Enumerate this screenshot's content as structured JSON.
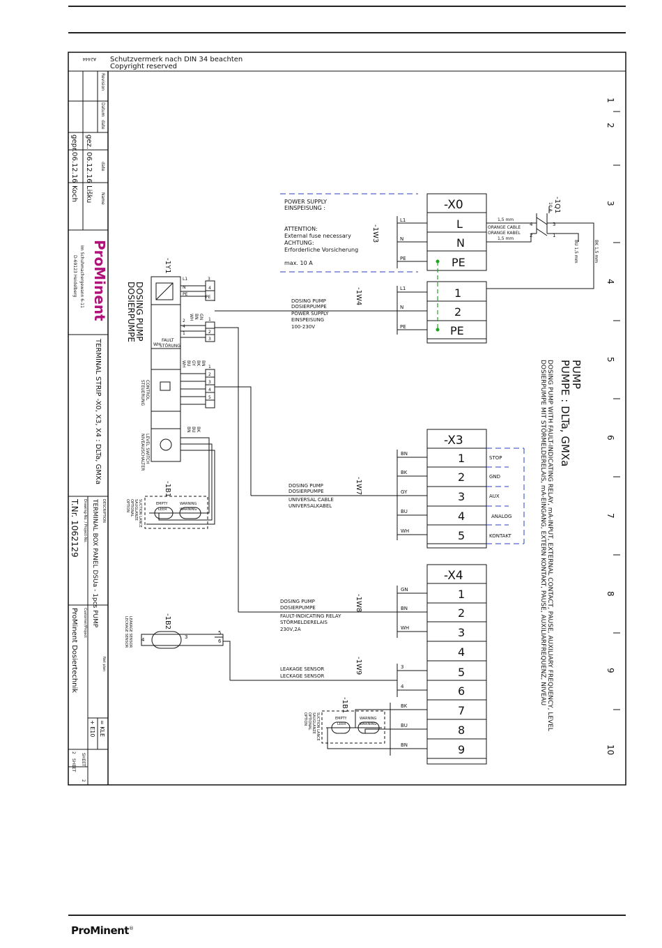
{
  "header": {
    "drawing_code": "A2444",
    "copyright_de": "Schutzvermerk nach DIN 34 beachten",
    "copyright_en": "Copyright reserved"
  },
  "revision": {
    "col_revision": "Revision",
    "col_date1": "Datum",
    "col_date2": "date",
    "col_name": "Name",
    "gez": "gez.",
    "gepr": "gepr.",
    "gez_date": "06.12.16",
    "gepr_date": "06.12.16",
    "gez_name": "Lišku",
    "gepr_name": "Koch"
  },
  "company": {
    "logo": "ProMinent",
    "street": "Im Schuhmachergewann 6-11",
    "city": "D-69123 Heidelberg"
  },
  "title_block": {
    "title": "TERMINAL STRIP -X0, X3, X4 : DLTa, GMXa",
    "description_label": "DESCRIPTION",
    "description": "TERMINAL BOX PANEL DSUa - 1pcs PUMP",
    "drawing_no_label": "Drawing-No. / Project-No.",
    "drawing_no": "T.Nr. 1062129",
    "customer_label": "Customer/Project",
    "customer": "ProMinent Dosiertechnik",
    "netplan": "Net plan",
    "kle": "= KLE",
    "e10": "+ E10",
    "sheet_label": "SHEET",
    "sheet_no": "2",
    "sheets_label": "SHEET",
    "sheets_no": "2"
  },
  "grid_numbers": [
    "1",
    "2",
    "3",
    "4",
    "5",
    "6",
    "7",
    "8",
    "9",
    "10"
  ],
  "pump_title": {
    "line1": "PUMP",
    "line2": "PUMPE : DLTa, GMXa",
    "line3": "DOSING PUMP WITH FAULT-INDICATING RELAY, mA-INPUT, EXTERNAL CONTACT, PAUSE, AUXILIARY FREQUENCY, LEVEL",
    "line4": "DOSIERPUMPE MIT STÖRMELDERELAIS, mA-EINGANG, EXTERN KONTAKT, PAUSE, AUXILIARFREQUENZ, NIVEAU"
  },
  "x0": {
    "label": "-X0",
    "terminals": [
      "L",
      "N",
      "PE"
    ],
    "power_supply": [
      "POWER SUPPLY",
      "EINSPEISUNG :"
    ],
    "attention": [
      "ATTENTION:",
      "External fuse necessary",
      "ACHTUNG:",
      "Erforderliche Vorsicherung"
    ],
    "max": "max. 10 A",
    "wire_labels": [
      "L1",
      "N",
      "PE"
    ],
    "cable": "-1W3",
    "fuse_label": "-1Q1",
    "fuse_rating": "10 A",
    "fuse_pins": [
      "4",
      "2",
      "3",
      "1"
    ],
    "fuse_wire1": "1,5 mm",
    "fuse_wire2": [
      "ORANGE CABLE",
      "ORANGE KABEL",
      "1,5 mm"
    ],
    "bk_label": "BK 1,5 mm",
    "bu_label": "BU 1,5 mm"
  },
  "pump_supply": {
    "terminals": [
      "1",
      "2",
      "PE"
    ],
    "cable": "-1W4",
    "text": [
      "DOSING PUMP",
      "DOSIERPUMPE",
      "POWER SUPPLY",
      "EINSPEISUNG",
      "100-230V"
    ],
    "wire_labels": [
      "L1",
      "N",
      "PE"
    ]
  },
  "x3": {
    "label": "-X3",
    "terminals": [
      "1",
      "2",
      "3",
      "4",
      "5"
    ],
    "wire_colors": [
      "BN",
      "BK",
      "GY",
      "BU",
      "WH"
    ],
    "functions": [
      "STOP",
      "GND",
      "AUX",
      "ANALOG",
      "KONTAKT"
    ],
    "cable": "-1W7",
    "text": [
      "DOSING PUMP",
      "DOSIERPUMPE",
      "UNIVERSAL CABLE",
      "UNIVERSALKABEL"
    ]
  },
  "x4": {
    "label": "-X4",
    "terminals": [
      "1",
      "2",
      "3",
      "4",
      "5",
      "6",
      "7",
      "8",
      "9"
    ],
    "wire_colors_w8": [
      "GN",
      "BN",
      "WH"
    ],
    "cable_w8": "-1W8",
    "text_w8": [
      "DOSING PUMP",
      "DOSIERPUMPE",
      "FAULT-INDICATING RELAY",
      "STÖRMELDERELAIS",
      "230V,2A"
    ],
    "cable_w9": "-1W9",
    "text_w9": [
      "LEAKAGE SENSOR",
      "LECKAGE SENSOR"
    ],
    "w9_pins": [
      "3",
      "4"
    ],
    "level_colors": [
      "BK",
      "BU",
      "BN"
    ],
    "level_label": "-1B1",
    "level_text": [
      "SUCTION LANCE",
      "SAUGLANZE",
      "OPTIONAL",
      "OPTION"
    ],
    "empty": [
      "EMPTY",
      "LEER"
    ],
    "warning": [
      "WARNING",
      "WARNING"
    ]
  },
  "pump_block": {
    "label": "-1Y1",
    "title": [
      "DOSING PUMP",
      "DOSIERPUMPE"
    ],
    "power_pins": [
      "L1",
      "N",
      "PE"
    ],
    "power_nums": [
      "3",
      "4",
      "PE"
    ],
    "relay_colors": [
      "GN",
      "BN",
      "WH"
    ],
    "relay_pins": [
      "2",
      "4",
      "1"
    ],
    "relay_nums": [
      "1",
      "2",
      "3"
    ],
    "fault_label": [
      "FAULT",
      "STÖRUNG"
    ],
    "control_label": [
      "CONTROL",
      "STEUERUNG"
    ],
    "control_colors": [
      "BN",
      "BK",
      "GY",
      "BU",
      "WH"
    ],
    "control_pins": [
      "1",
      "4",
      "5",
      "3",
      "2"
    ],
    "control_nums": [
      "1",
      "2",
      "3",
      "4",
      "5"
    ],
    "level_label": [
      "LEVEL SWITCH",
      "NIVEAUSCHALTER"
    ],
    "level_colors": [
      "BK",
      "BU",
      "BN"
    ],
    "level_pins": [
      "1",
      "2",
      "3"
    ],
    "level_nums": [
      "1",
      "2",
      "3"
    ],
    "wh": "WH",
    "sensor_label": "-1B1",
    "sensor_text": [
      "SUCTION LANCE",
      "SAUGLANZE",
      "OPTIONAL",
      "OPTION"
    ],
    "empty": [
      "EMPTY",
      "LEER"
    ],
    "warning": [
      "WARNING",
      "WARNING"
    ]
  },
  "leakage": {
    "label": "-1B2",
    "text": [
      "LEAKAGE SENSOR",
      "LECKAGE SENSOR"
    ],
    "pins": [
      "5",
      "6",
      "3",
      "4"
    ]
  },
  "colors": {
    "ink": "#111111",
    "dash_blue": "#2b3fbf",
    "dash_green": "#1fa51f",
    "logo_magenta": "#b0127a"
  }
}
